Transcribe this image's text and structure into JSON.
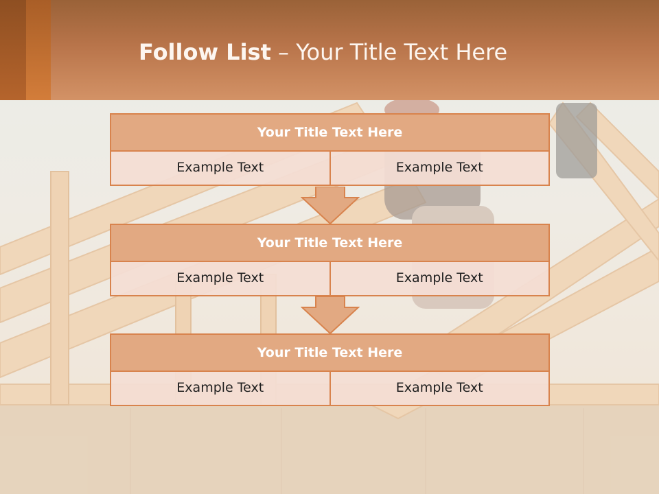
{
  "slide": {
    "title_bold": "Follow List",
    "title_rest": "– Your Title Text Here"
  },
  "steps": [
    {
      "title": "Your Title Text Here",
      "left": "Example Text",
      "right": "Example Text"
    },
    {
      "title": "Your Title Text Here",
      "left": "Example Text",
      "right": "Example Text"
    },
    {
      "title": "Your Title Text Here",
      "left": "Example Text",
      "right": "Example Text"
    }
  ],
  "colors": {
    "header": "#c07a4c",
    "box_title": "#e2a982",
    "box_border": "#d8834d",
    "cell_fill": "#f4ded4"
  }
}
